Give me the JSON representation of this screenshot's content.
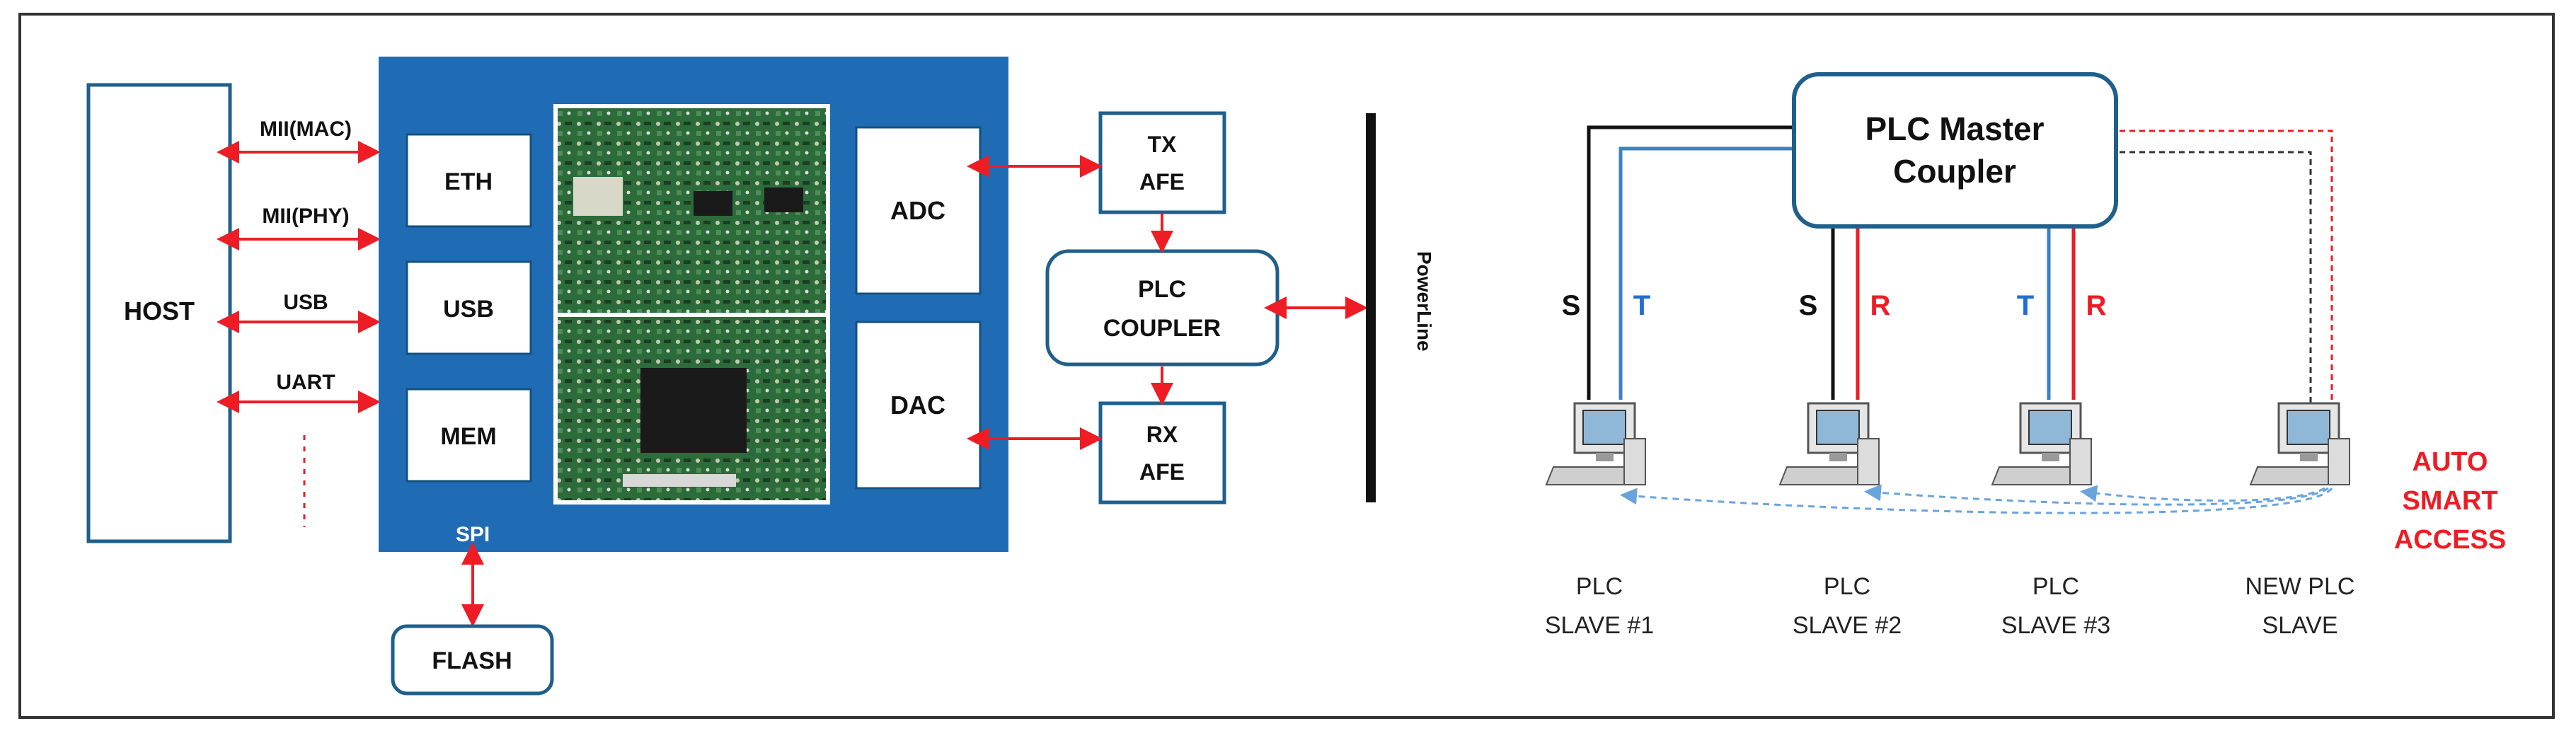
{
  "left": {
    "host": "HOST",
    "buses": [
      "MII(MAC)",
      "MII(PHY)",
      "USB",
      "UART"
    ],
    "chip_blocks": [
      "ETH",
      "USB",
      "MEM"
    ],
    "spi": "SPI",
    "converters": [
      "ADC",
      "DAC"
    ],
    "flash": "FLASH",
    "tx_afe": [
      "TX",
      "AFE"
    ],
    "rx_afe": [
      "RX",
      "AFE"
    ],
    "coupler": [
      "PLC",
      "COUPLER"
    ],
    "powerline": "PowerLine"
  },
  "right": {
    "master": [
      "PLC Master",
      "Coupler"
    ],
    "wire_labels": [
      {
        "text": "S",
        "color": "#111111"
      },
      {
        "text": "T",
        "color": "#1f6fd0"
      },
      {
        "text": "S",
        "color": "#111111"
      },
      {
        "text": "R",
        "color": "#ee1c24"
      },
      {
        "text": "T",
        "color": "#1f6fd0"
      },
      {
        "text": "R",
        "color": "#ee1c24"
      }
    ],
    "slaves": [
      [
        "PLC",
        "SLAVE #1"
      ],
      [
        "PLC",
        "SLAVE #2"
      ],
      [
        "PLC",
        "SLAVE #3"
      ],
      [
        "NEW PLC",
        "SLAVE"
      ]
    ],
    "auto_access": [
      "AUTO",
      "SMART",
      "ACCESS"
    ]
  },
  "colors": {
    "chip_blue": "#1f6cb5",
    "arrow_red": "#ee1c24",
    "line_blue": "#3b82c4",
    "line_black": "#111111",
    "dashed_blue": "#6aa4dd"
  }
}
